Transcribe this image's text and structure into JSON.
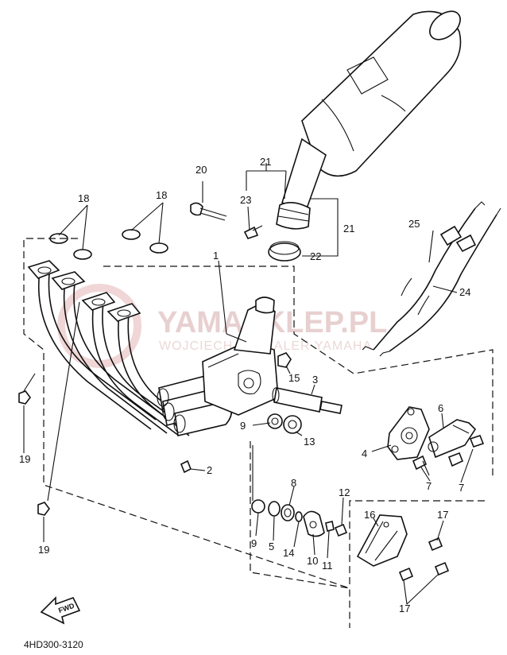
{
  "watermark": {
    "brand": "YAMASKLEP.PL",
    "tagline": "WOJCIECH ... DEALER YAMAHA"
  },
  "diagram_code": "4HD300-3120",
  "direction_label": "FWD",
  "callouts": {
    "c1": "1",
    "c2": "2",
    "c3": "3",
    "c4": "4",
    "c5": "5",
    "c6": "6",
    "c7a": "7",
    "c7b": "7",
    "c8": "8",
    "c9a": "9",
    "c9b": "9",
    "c10": "10",
    "c11": "11",
    "c12": "12",
    "c13": "13",
    "c14": "14",
    "c15": "15",
    "c16": "16",
    "c17a": "17",
    "c17b": "17",
    "c18a": "18",
    "c18b": "18",
    "c19a": "19",
    "c19b": "19",
    "c20": "20",
    "c21a": "21",
    "c21b": "21",
    "c22": "22",
    "c23": "23",
    "c24": "24",
    "c25": "25"
  }
}
